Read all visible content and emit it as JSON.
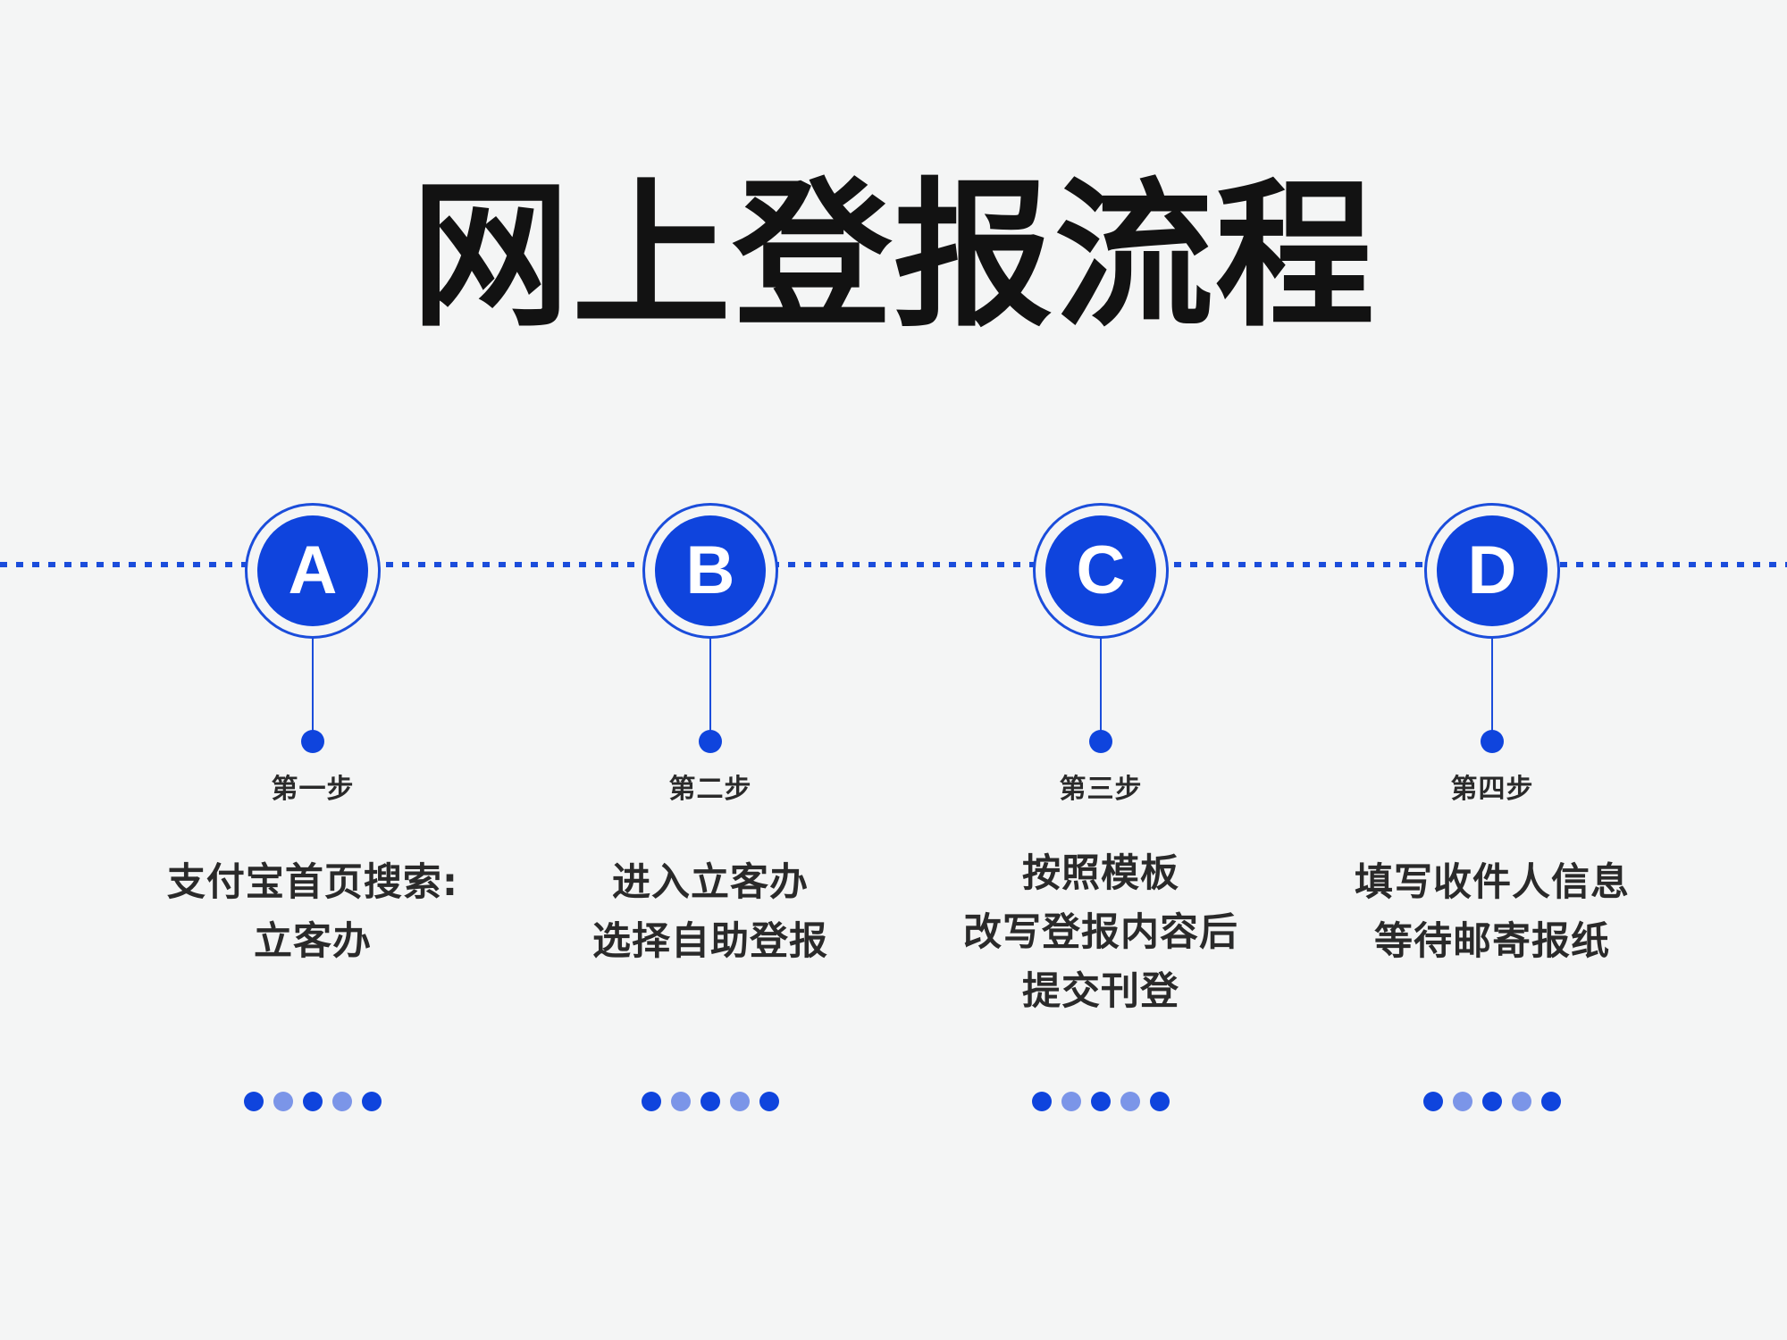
{
  "theme": {
    "background": "#f4f5f5",
    "accent": "#0f44dd",
    "accent_line": "#1b4ddb",
    "accent_soft": "#7b95e8",
    "title_color": "#121212",
    "text_color": "#2a2a2a"
  },
  "title": "网上登报流程",
  "timeline": {
    "axis_style": "dotted",
    "dot_pattern": [
      "strong",
      "soft",
      "strong",
      "soft",
      "strong"
    ]
  },
  "steps": [
    {
      "letter": "A",
      "label": "第一步",
      "lines": [
        "支付宝首页搜索:",
        "立客办"
      ]
    },
    {
      "letter": "B",
      "label": "第二步",
      "lines": [
        "进入立客办",
        "选择自助登报"
      ]
    },
    {
      "letter": "C",
      "label": "第三步",
      "lines": [
        "按照模板",
        "改写登报内容后",
        "提交刊登"
      ]
    },
    {
      "letter": "D",
      "label": "第四步",
      "lines": [
        "填写收件人信息",
        "等待邮寄报纸"
      ]
    }
  ]
}
